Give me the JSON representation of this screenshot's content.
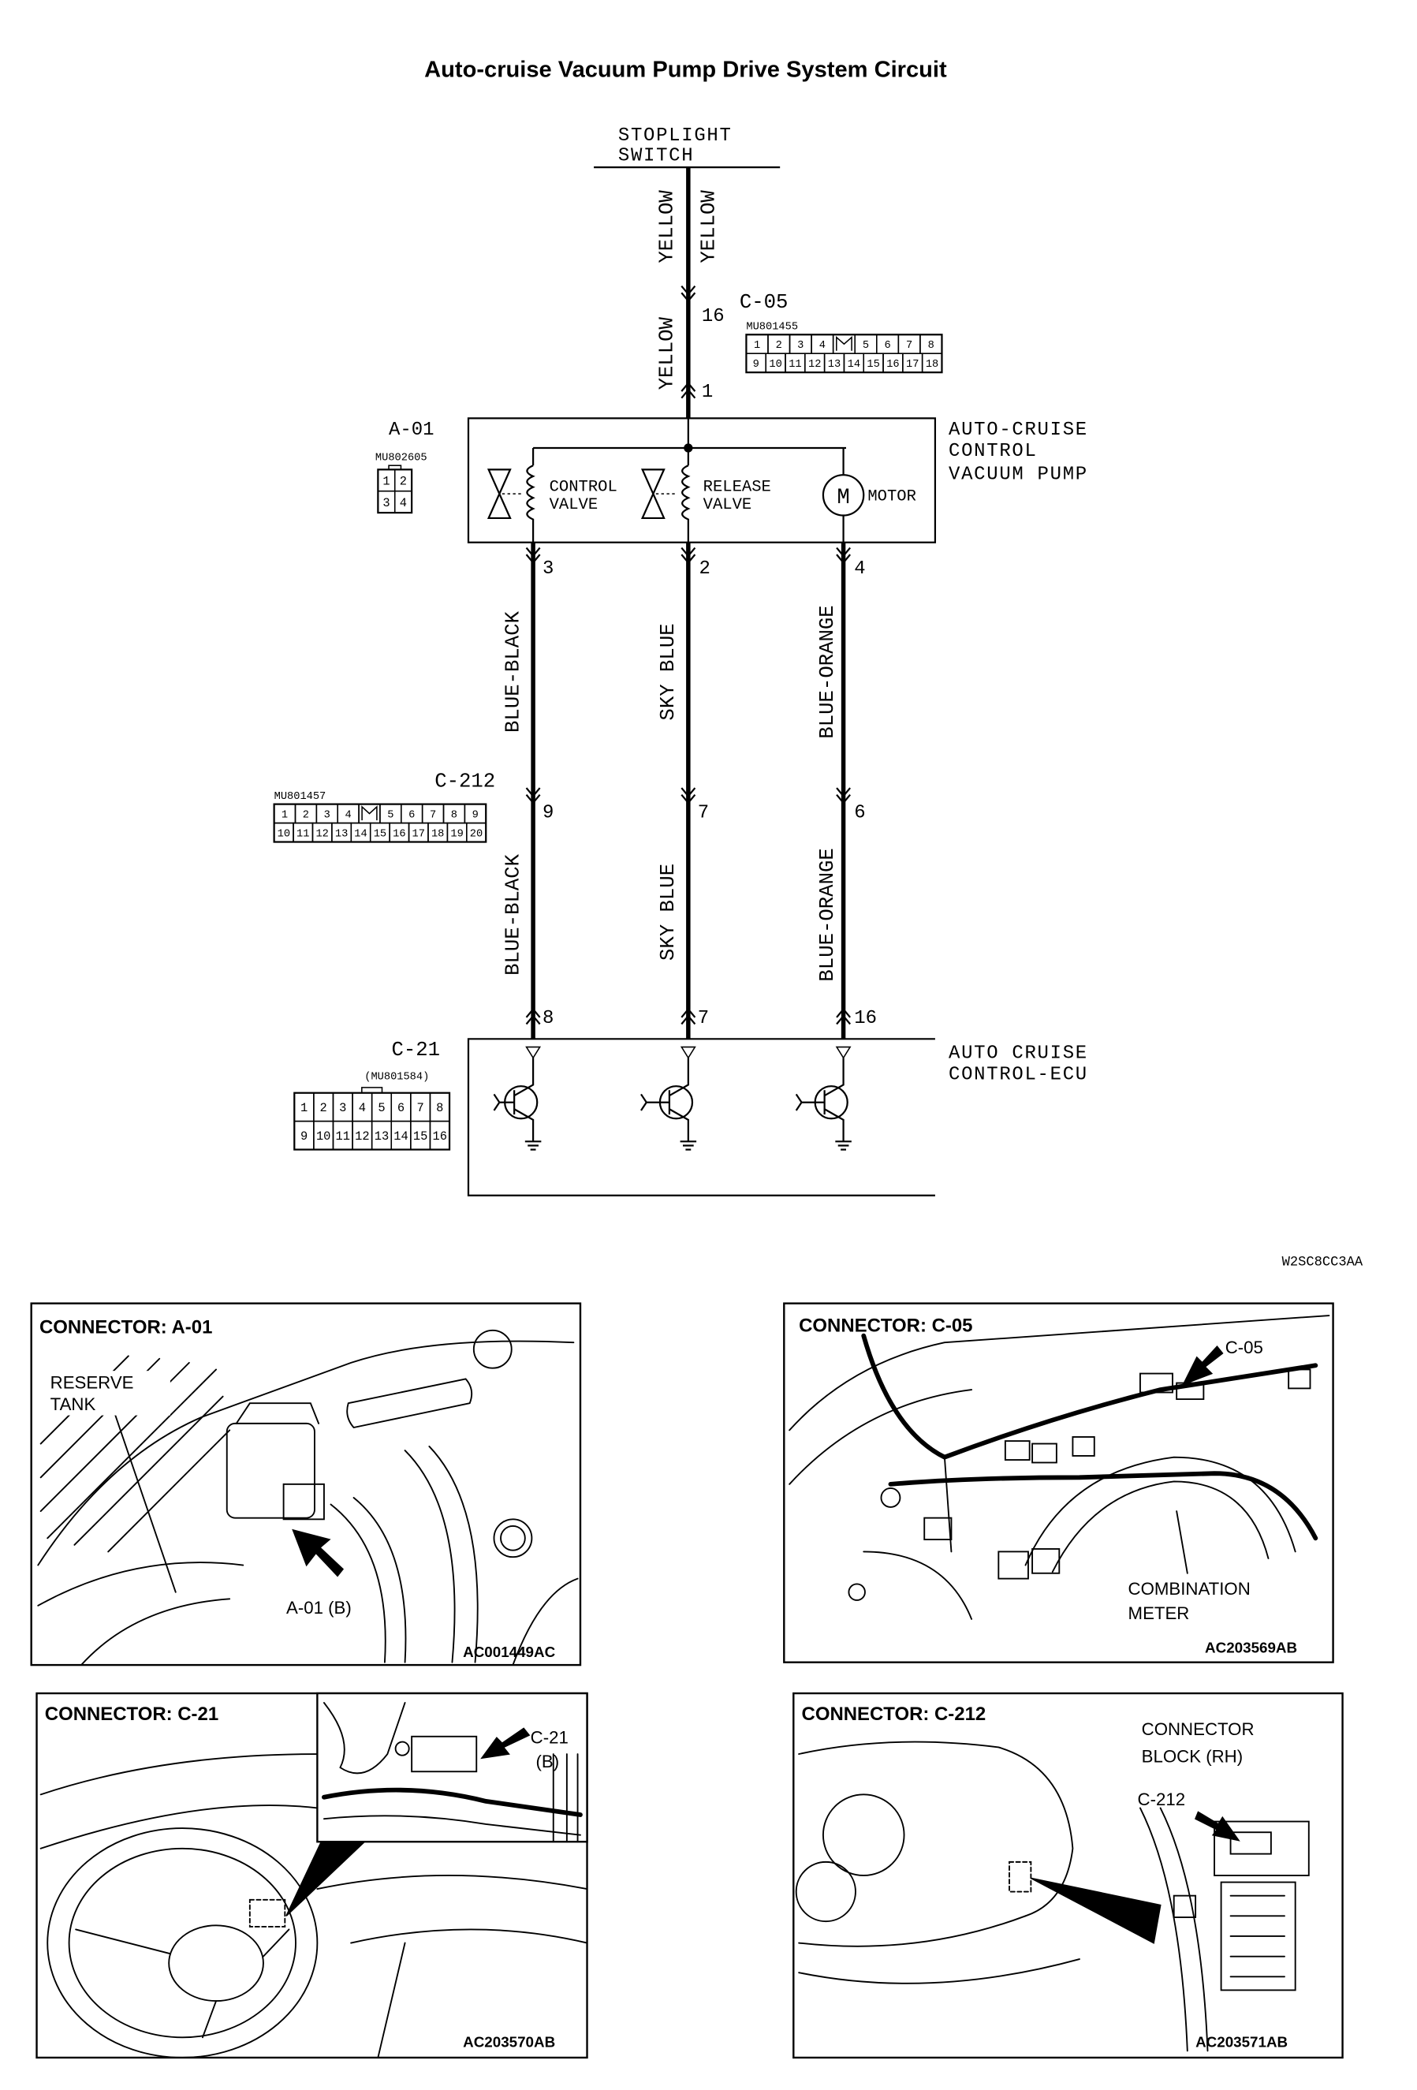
{
  "title": "Auto-cruise Vacuum Pump Drive System Circuit",
  "circuit": {
    "stoplight_switch": [
      "STOPLIGHT",
      "SWITCH"
    ],
    "top_wire_labels": [
      "YELLOW",
      "YELLOW",
      "YELLOW"
    ],
    "c05": {
      "id": "C-05",
      "part_no": "MU801455",
      "pin_in": "16",
      "pin_out": "1",
      "pins_top": [
        "1",
        "2",
        "3",
        "4",
        "",
        "5",
        "6",
        "7",
        "8"
      ],
      "pins_bottom": [
        "9",
        "10",
        "11",
        "12",
        "13",
        "14",
        "15",
        "16",
        "17",
        "18"
      ]
    },
    "pump": {
      "id": "A-01",
      "part_no": "MU802605",
      "pins_top": [
        "1",
        "2"
      ],
      "pins_bottom": [
        "3",
        "4"
      ],
      "name_lines": [
        "AUTO-CRUISE",
        "CONTROL",
        "VACUUM PUMP"
      ],
      "control_valve": [
        "CONTROL",
        "VALVE"
      ],
      "release_valve": [
        "RELEASE",
        "VALVE"
      ],
      "motor": "MOTOR",
      "motor_symbol": "M",
      "pins_out": [
        "3",
        "2",
        "4"
      ]
    },
    "wire_labels_upper": [
      "BLUE-BLACK",
      "SKY BLUE",
      "BLUE-ORANGE"
    ],
    "c212": {
      "id": "C-212",
      "part_no": "MU801457",
      "pins": [
        "9",
        "7",
        "6"
      ],
      "pins_top": [
        "1",
        "2",
        "3",
        "4",
        "",
        "5",
        "6",
        "7",
        "8",
        "9"
      ],
      "pins_bottom": [
        "10",
        "11",
        "12",
        "13",
        "14",
        "15",
        "16",
        "17",
        "18",
        "19",
        "20"
      ]
    },
    "wire_labels_lower": [
      "BLUE-BLACK",
      "SKY BLUE",
      "BLUE-ORANGE"
    ],
    "ecu": {
      "id": "C-21",
      "part_no": "(MU801584)",
      "pins": [
        "8",
        "7",
        "16"
      ],
      "name_lines": [
        "AUTO CRUISE",
        "CONTROL-ECU"
      ],
      "pins_top": [
        "1",
        "2",
        "3",
        "4",
        "5",
        "6",
        "7",
        "8"
      ],
      "pins_bottom": [
        "9",
        "10",
        "11",
        "12",
        "13",
        "14",
        "15",
        "16"
      ]
    },
    "diagram_code": "W2SC8CC3AA"
  },
  "locations": [
    {
      "title": "CONNECTOR: A-01",
      "callouts": [
        "RESERVE",
        "TANK",
        "A-01 (B)"
      ],
      "code": "AC001449AC"
    },
    {
      "title": "CONNECTOR: C-05",
      "callouts": [
        "C-05",
        "COMBINATION",
        "METER"
      ],
      "code": "AC203569AB"
    },
    {
      "title": "CONNECTOR: C-21",
      "callouts": [
        "C-21",
        "(B)"
      ],
      "code": "AC203570AB"
    },
    {
      "title": "CONNECTOR: C-212",
      "callouts": [
        "CONNECTOR",
        "BLOCK (RH)",
        "C-212"
      ],
      "code": "AC203571AB"
    }
  ]
}
